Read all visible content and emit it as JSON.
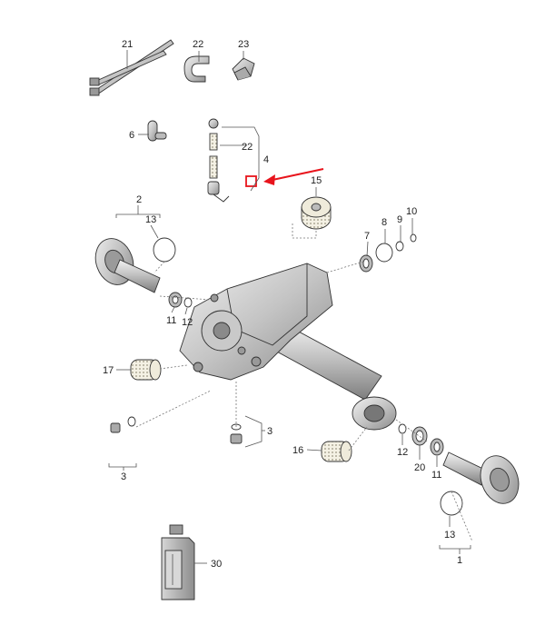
{
  "callouts": [
    {
      "id": "c21",
      "text": "21"
    },
    {
      "id": "c22a",
      "text": "22"
    },
    {
      "id": "c23",
      "text": "23"
    },
    {
      "id": "c6",
      "text": "6"
    },
    {
      "id": "c22b",
      "text": "22"
    },
    {
      "id": "c4",
      "text": "4"
    },
    {
      "id": "c15",
      "text": "15"
    },
    {
      "id": "c2",
      "text": "2"
    },
    {
      "id": "c13a",
      "text": "13"
    },
    {
      "id": "c7",
      "text": "7"
    },
    {
      "id": "c8",
      "text": "8"
    },
    {
      "id": "c9",
      "text": "9"
    },
    {
      "id": "c10",
      "text": "10"
    },
    {
      "id": "c11a",
      "text": "11"
    },
    {
      "id": "c12a",
      "text": "12"
    },
    {
      "id": "c17",
      "text": "17"
    },
    {
      "id": "c3a",
      "text": "3"
    },
    {
      "id": "c3b",
      "text": "3"
    },
    {
      "id": "c16",
      "text": "16"
    },
    {
      "id": "c12b",
      "text": "12"
    },
    {
      "id": "c20",
      "text": "20"
    },
    {
      "id": "c11b",
      "text": "11"
    },
    {
      "id": "c13b",
      "text": "13"
    },
    {
      "id": "c1",
      "text": "1"
    },
    {
      "id": "c30",
      "text": "30"
    }
  ],
  "colors": {
    "highlight": "#e8141c",
    "metal_light": "#e2e2e2",
    "metal_mid": "#b8b8b8",
    "metal_dark": "#8a8a8a",
    "mount_cream": "#f4f1e4",
    "line": "#333333"
  }
}
